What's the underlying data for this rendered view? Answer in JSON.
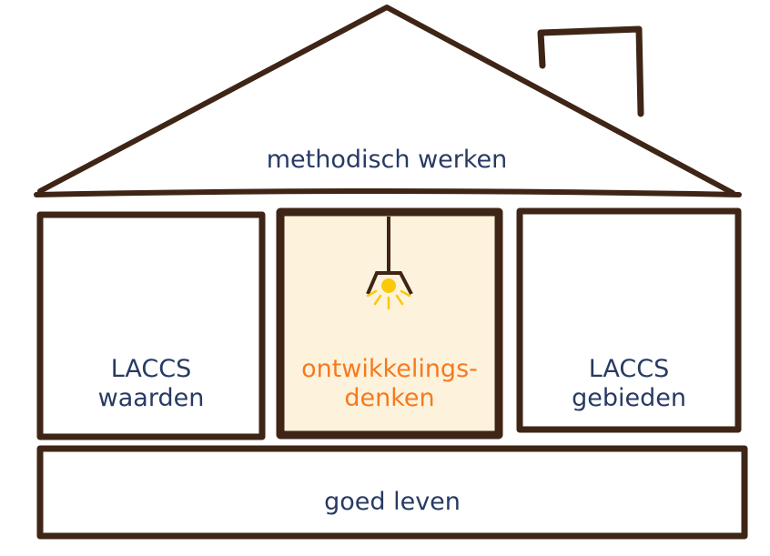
{
  "colors": {
    "outline": "#3e2516",
    "text": "#283a64",
    "highlight": "#f47a20",
    "highlight_bg": "#fdf3dc",
    "bulb": "#f9c90a"
  },
  "roof": {
    "label": "methodisch werken"
  },
  "pillars": [
    {
      "line1": "LACCS",
      "line2": "waarden"
    },
    {
      "line1": "ontwikkelings-",
      "line2": "denken"
    },
    {
      "line1": "LACCS",
      "line2": "gebieden"
    }
  ],
  "foundation": {
    "label": "goed leven"
  }
}
